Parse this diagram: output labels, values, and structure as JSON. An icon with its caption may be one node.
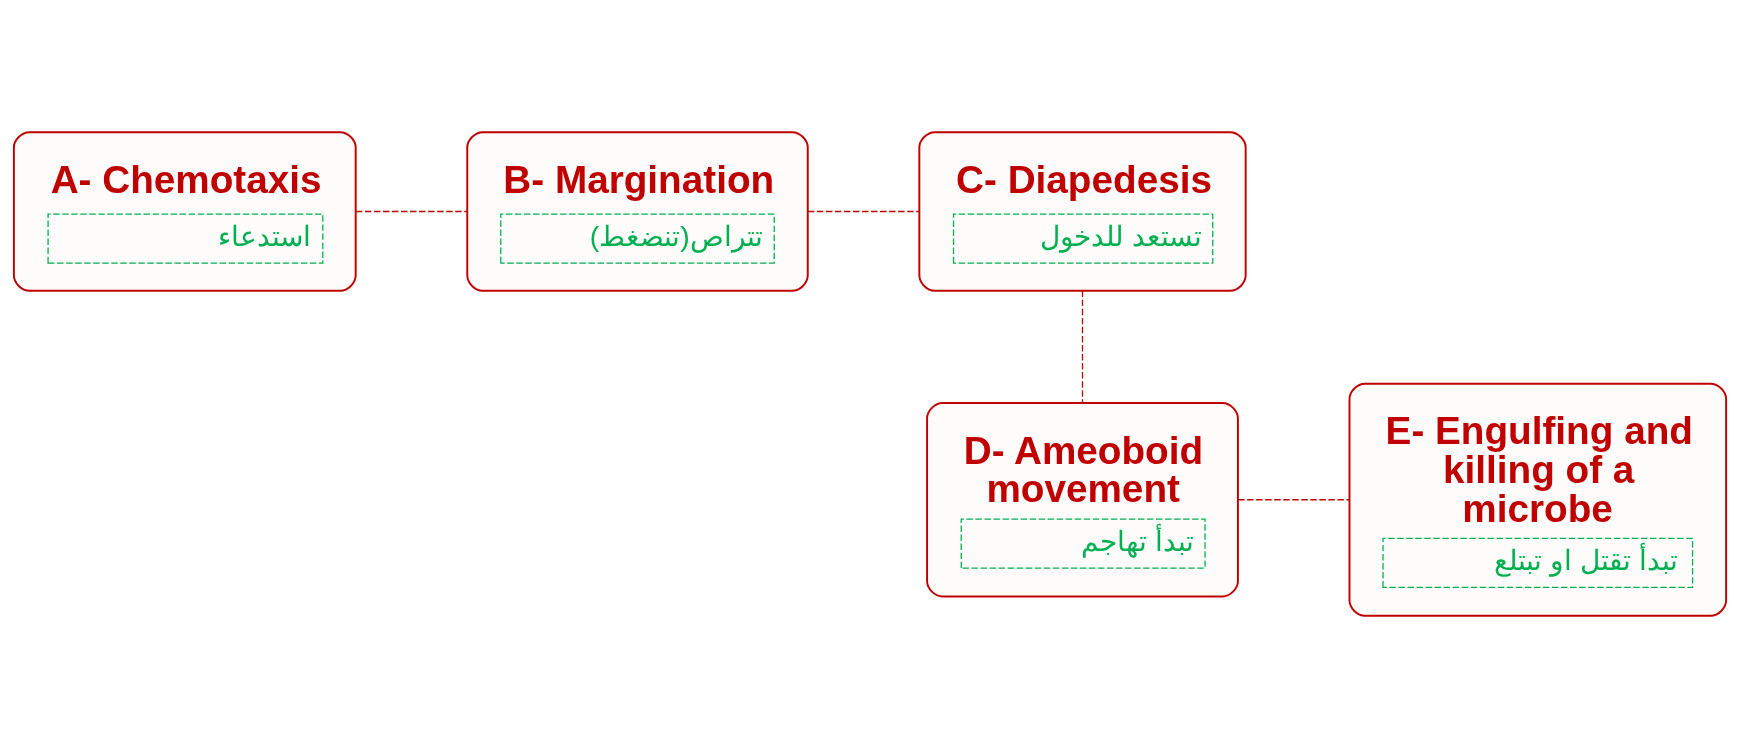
{
  "diagram": {
    "nodes": [
      {
        "text": [
          "A- Chemotaxis",
          "استدعاء"
        ]
      },
      {
        "text": [
          "B- Margination",
          "تتراص(تنضغط)"
        ]
      },
      {
        "text": [
          "C- Diapedesis",
          "تستعد للدخول"
        ]
      },
      {
        "text": [
          "D- Ameoboid movement",
          "تبدأ تهاجم"
        ]
      },
      {
        "text": [
          "E- Engulfing and killing of a microbe",
          "تبدأ تقتل او تبتلع"
        ]
      }
    ],
    "edges": [
      {
        "from": 0,
        "to": 1,
        "arrow": "none",
        "style": "dashed"
      },
      {
        "from": 1,
        "to": 2,
        "arrow": "none",
        "style": "dashed"
      },
      {
        "from": 2,
        "to": 3,
        "arrow": "none",
        "style": "dashed"
      },
      {
        "from": 3,
        "to": 4,
        "arrow": "none",
        "style": "dashed"
      }
    ]
  }
}
